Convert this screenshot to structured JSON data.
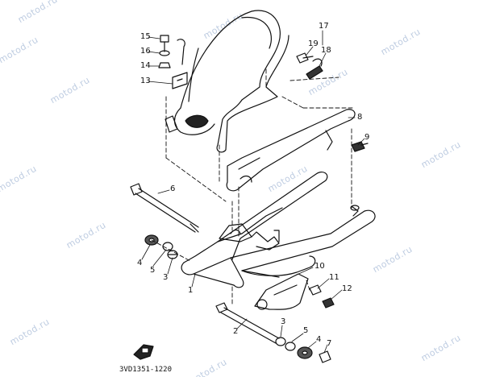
{
  "watermark": "motod.ru",
  "diagram_code": "3VD1351-1220",
  "callouts": {
    "c1": "1",
    "c2": "2",
    "c3a": "3",
    "c3b": "3",
    "c4a": "4",
    "c4b": "4",
    "c5a": "5",
    "c5b": "5",
    "c6": "6",
    "c7": "7",
    "c8": "8",
    "c9": "9",
    "c10": "10",
    "c11": "11",
    "c12": "12",
    "c13": "13",
    "c14": "14",
    "c15": "15",
    "c16": "16",
    "c17": "17",
    "c18": "18",
    "c19": "19"
  }
}
